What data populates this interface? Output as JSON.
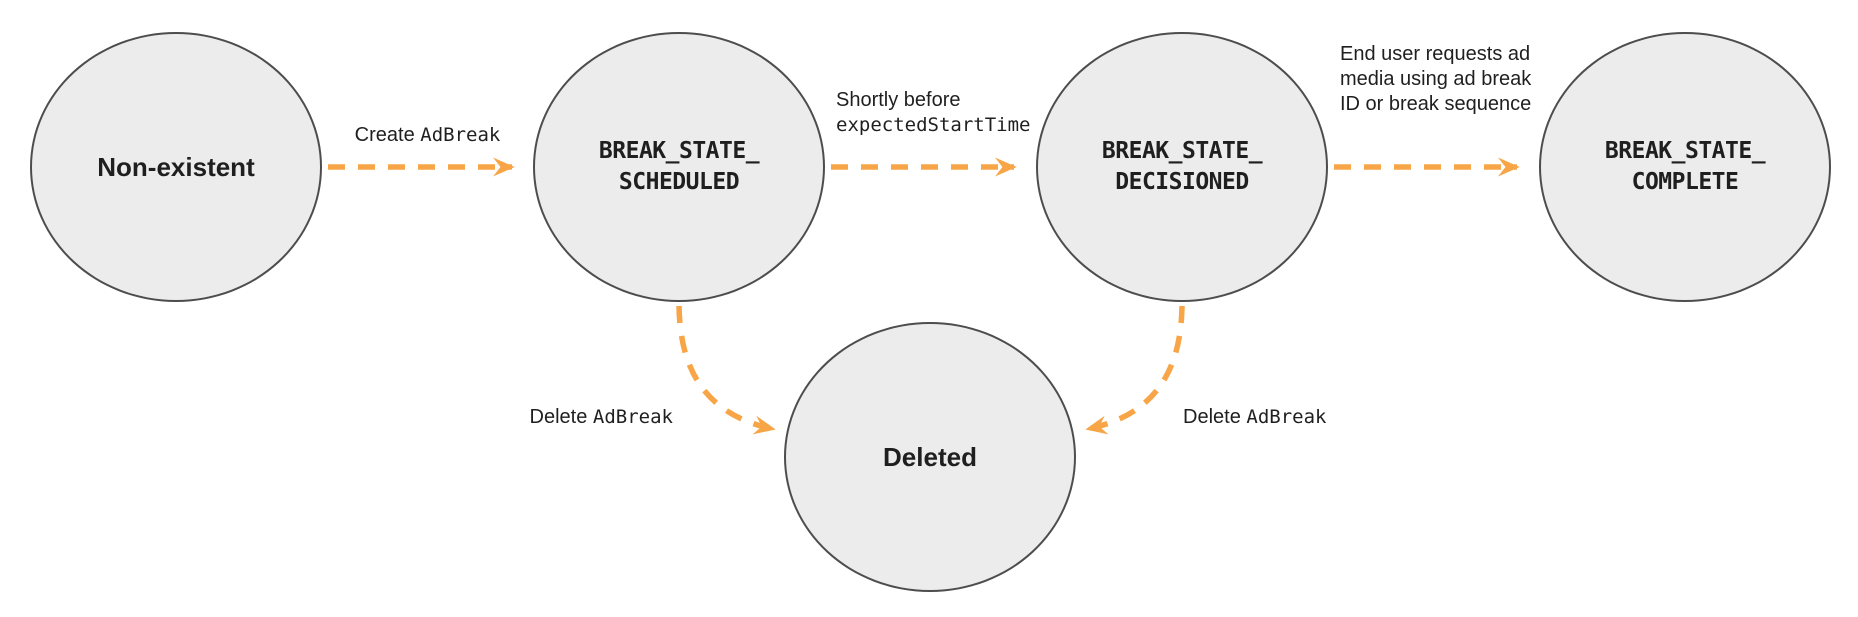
{
  "diagram": {
    "colors": {
      "arrow": "#F7A546",
      "node_fill": "#ECECEC",
      "node_border": "#4D4D4D",
      "text": "#1F1F1F"
    },
    "states": [
      {
        "id": "non-existent",
        "lines": [
          "Non-existent"
        ]
      },
      {
        "id": "break-state-scheduled",
        "lines": [
          "BREAK_STATE_",
          "SCHEDULED"
        ]
      },
      {
        "id": "break-state-decisioned",
        "lines": [
          "BREAK_STATE_",
          "DECISIONED"
        ]
      },
      {
        "id": "break-state-complete",
        "lines": [
          "BREAK_STATE_",
          "COMPLETE"
        ]
      },
      {
        "id": "deleted",
        "lines": [
          "Deleted"
        ]
      }
    ],
    "transitions": {
      "create": {
        "text": "Create ",
        "code": "AdBreak"
      },
      "decision": {
        "line1": "Shortly before",
        "code": "expectedStartTime"
      },
      "complete": {
        "text": "End user requests ad media using ad break ID or break sequence"
      },
      "delete_left": {
        "text": "Delete ",
        "code": "AdBreak"
      },
      "delete_right": {
        "text": "Delete ",
        "code": "AdBreak"
      }
    }
  }
}
